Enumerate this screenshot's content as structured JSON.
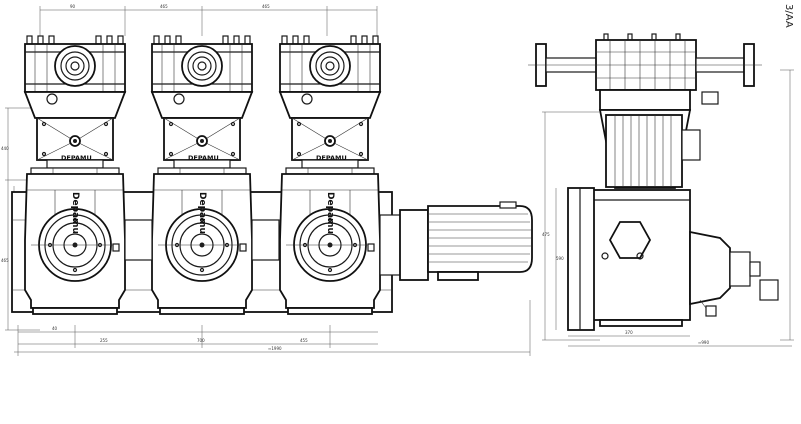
{
  "drawing_code": "3/AA",
  "brand_plate": "DEPAMU",
  "brand_vertical": "Depamu",
  "dims": {
    "top_left": "90",
    "top_mid": "465",
    "top_right": "465",
    "left_upper": "440",
    "left_lower": "465",
    "bottom_left": "255",
    "bottom_center": "700",
    "bottom_right": "455",
    "bottom_total": "≈1990",
    "bottom_small": "40",
    "side_width": "≈990",
    "side_height": "590",
    "side_bottom": "370",
    "side_left_dim": "475"
  }
}
